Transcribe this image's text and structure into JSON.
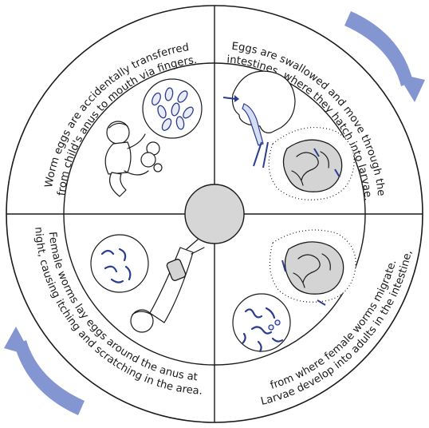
{
  "diagram": {
    "captions": {
      "top_left": [
        "Worm eggs are accidentally transferred",
        "from child's anus to mouth via fingers."
      ],
      "top_right": [
        "Eggs are swallowed and move through the",
        "intestines, where they hatch into larvae."
      ],
      "bottom_right": [
        "Larvae develop into adults in the intestine,",
        "from where female worms migrate."
      ],
      "bottom_left": [
        "Female worms lay eggs around the anus at",
        "night, causing itching and scratching in the area."
      ]
    },
    "colors": {
      "arrow": "#8496d2",
      "ring_fill": "#ffffff",
      "line": "#1a1a1a",
      "hub_fill": "#d6d6d6",
      "organism_blue": "#2b3d8f",
      "intestine_shade": "#d4d4d4"
    },
    "icons": {
      "cycle_arrows": "curved-arrow",
      "eggs_view": "microscope-circle",
      "larvae_view": "microscope-circle"
    }
  }
}
